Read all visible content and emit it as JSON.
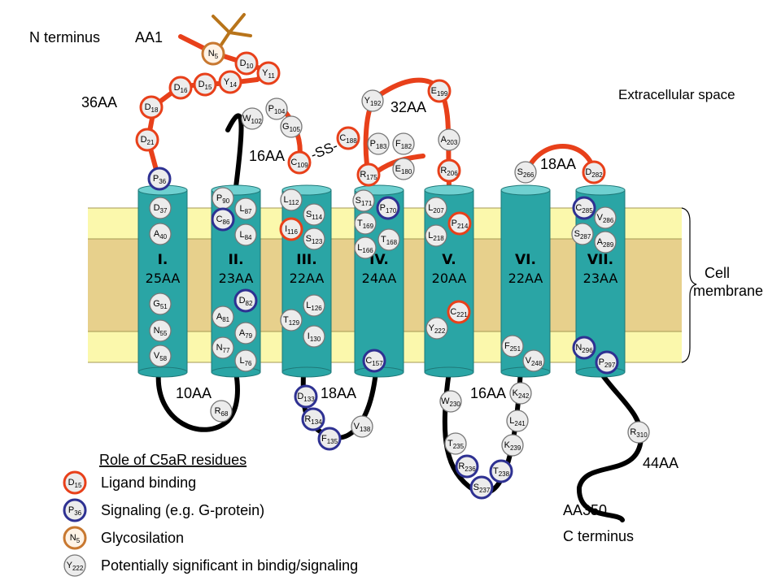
{
  "labels": {
    "n_terminus": "N terminus",
    "aa1": "AA1",
    "extracellular": "Extracellular space",
    "cell": "Cell",
    "membrane": "membrane",
    "aa350": "AA350",
    "c_terminus": "C terminus",
    "loop_36": "36AA",
    "loop_32": "32AA",
    "loop_16a": "16AA",
    "loop_18a": "18AA",
    "loop_10": "10AA",
    "loop_18b": "18AA",
    "loop_16b": "16AA",
    "loop_44": "44AA",
    "ss": "-SS-"
  },
  "helices": [
    {
      "num": "I.",
      "aa": "25AA"
    },
    {
      "num": "II.",
      "aa": "23AA"
    },
    {
      "num": "III.",
      "aa": "22AA"
    },
    {
      "num": "IV.",
      "aa": "24AA"
    },
    {
      "num": "V.",
      "aa": "20AA"
    },
    {
      "num": "VI.",
      "aa": "22AA"
    },
    {
      "num": "VII.",
      "aa": "23AA"
    }
  ],
  "legend": {
    "title": "Role of C5aR residues",
    "items": [
      {
        "code": "D",
        "num": "15",
        "role": "ligand",
        "label": "Ligand binding"
      },
      {
        "code": "P",
        "num": "36",
        "role": "signal",
        "label": "Signaling (e.g. G-protein)"
      },
      {
        "code": "N",
        "num": "5",
        "role": "glyco",
        "label": "Glycosilation"
      },
      {
        "code": "Y",
        "num": "222",
        "role": "potential",
        "label": "Potentially significant in bindig/signaling"
      }
    ]
  },
  "colors": {
    "ligand": "#e8401a",
    "signal": "#2e3192",
    "glyco": "#c87830",
    "potential": "#777777",
    "helix_fill": "#2aa5a5",
    "helix_top": "#6fd0d0",
    "membrane_outer": "#fbf8ac",
    "membrane_inner": "#e7d08c",
    "extracellular_loop": "#e8401a",
    "intracellular_loop": "#000000",
    "glycan": "#b8741a"
  },
  "residues": [
    {
      "code": "N",
      "num": "5",
      "role": "glyco"
    },
    {
      "code": "D",
      "num": "10",
      "role": "ligand"
    },
    {
      "code": "Y",
      "num": "11",
      "role": "ligand"
    },
    {
      "code": "Y",
      "num": "14",
      "role": "ligand"
    },
    {
      "code": "D",
      "num": "15",
      "role": "ligand"
    },
    {
      "code": "D",
      "num": "16",
      "role": "ligand"
    },
    {
      "code": "D",
      "num": "18",
      "role": "ligand"
    },
    {
      "code": "D",
      "num": "21",
      "role": "ligand"
    },
    {
      "code": "P",
      "num": "36",
      "role": "signal"
    },
    {
      "code": "D",
      "num": "37",
      "role": "potential"
    },
    {
      "code": "A",
      "num": "40",
      "role": "potential"
    },
    {
      "code": "G",
      "num": "51",
      "role": "potential"
    },
    {
      "code": "N",
      "num": "55",
      "role": "potential"
    },
    {
      "code": "V",
      "num": "58",
      "role": "potential"
    },
    {
      "code": "R",
      "num": "68",
      "role": "potential"
    },
    {
      "code": "P",
      "num": "90",
      "role": "potential"
    },
    {
      "code": "L",
      "num": "87",
      "role": "potential"
    },
    {
      "code": "C",
      "num": "86",
      "role": "signal"
    },
    {
      "code": "L",
      "num": "84",
      "role": "potential"
    },
    {
      "code": "D",
      "num": "82",
      "role": "signal"
    },
    {
      "code": "A",
      "num": "81",
      "role": "potential"
    },
    {
      "code": "A",
      "num": "79",
      "role": "potential"
    },
    {
      "code": "N",
      "num": "77",
      "role": "potential"
    },
    {
      "code": "L",
      "num": "76",
      "role": "potential"
    },
    {
      "code": "W",
      "num": "102",
      "role": "potential"
    },
    {
      "code": "P",
      "num": "104",
      "role": "potential"
    },
    {
      "code": "G",
      "num": "105",
      "role": "potential"
    },
    {
      "code": "C",
      "num": "109",
      "role": "ligand"
    },
    {
      "code": "L",
      "num": "112",
      "role": "potential"
    },
    {
      "code": "S",
      "num": "114",
      "role": "potential"
    },
    {
      "code": "I",
      "num": "116",
      "role": "ligand"
    },
    {
      "code": "S",
      "num": "123",
      "role": "potential"
    },
    {
      "code": "L",
      "num": "126",
      "role": "potential"
    },
    {
      "code": "T",
      "num": "129",
      "role": "potential"
    },
    {
      "code": "I",
      "num": "130",
      "role": "potential"
    },
    {
      "code": "D",
      "num": "133",
      "role": "signal"
    },
    {
      "code": "R",
      "num": "134",
      "role": "signal"
    },
    {
      "code": "F",
      "num": "135",
      "role": "signal"
    },
    {
      "code": "V",
      "num": "138",
      "role": "potential"
    },
    {
      "code": "Y",
      "num": "192",
      "role": "potential"
    },
    {
      "code": "C",
      "num": "188",
      "role": "ligand"
    },
    {
      "code": "P",
      "num": "183",
      "role": "potential"
    },
    {
      "code": "F",
      "num": "182",
      "role": "potential"
    },
    {
      "code": "E",
      "num": "180",
      "role": "potential"
    },
    {
      "code": "R",
      "num": "175",
      "role": "ligand"
    },
    {
      "code": "S",
      "num": "171",
      "role": "potential"
    },
    {
      "code": "P",
      "num": "170",
      "role": "signal"
    },
    {
      "code": "T",
      "num": "169",
      "role": "potential"
    },
    {
      "code": "T",
      "num": "168",
      "role": "potential"
    },
    {
      "code": "L",
      "num": "166",
      "role": "potential"
    },
    {
      "code": "C",
      "num": "157",
      "role": "signal"
    },
    {
      "code": "E",
      "num": "199",
      "role": "ligand"
    },
    {
      "code": "A",
      "num": "203",
      "role": "potential"
    },
    {
      "code": "R",
      "num": "206",
      "role": "ligand"
    },
    {
      "code": "L",
      "num": "207",
      "role": "potential"
    },
    {
      "code": "P",
      "num": "214",
      "role": "ligand"
    },
    {
      "code": "L",
      "num": "218",
      "role": "potential"
    },
    {
      "code": "C",
      "num": "221",
      "role": "ligand"
    },
    {
      "code": "Y",
      "num": "222",
      "role": "potential"
    },
    {
      "code": "W",
      "num": "230",
      "role": "potential"
    },
    {
      "code": "T",
      "num": "235",
      "role": "potential"
    },
    {
      "code": "R",
      "num": "236",
      "role": "signal"
    },
    {
      "code": "S",
      "num": "237",
      "role": "signal"
    },
    {
      "code": "T",
      "num": "238",
      "role": "signal"
    },
    {
      "code": "K",
      "num": "239",
      "role": "potential"
    },
    {
      "code": "L",
      "num": "241",
      "role": "potential"
    },
    {
      "code": "K",
      "num": "242",
      "role": "potential"
    },
    {
      "code": "S",
      "num": "266",
      "role": "potential"
    },
    {
      "code": "D",
      "num": "282",
      "role": "ligand"
    },
    {
      "code": "F",
      "num": "251",
      "role": "potential"
    },
    {
      "code": "V",
      "num": "248",
      "role": "potential"
    },
    {
      "code": "C",
      "num": "285",
      "role": "signal"
    },
    {
      "code": "V",
      "num": "286",
      "role": "potential"
    },
    {
      "code": "S",
      "num": "287",
      "role": "potential"
    },
    {
      "code": "A",
      "num": "289",
      "role": "potential"
    },
    {
      "code": "N",
      "num": "296",
      "role": "signal"
    },
    {
      "code": "P",
      "num": "297",
      "role": "signal"
    },
    {
      "code": "R",
      "num": "310",
      "role": "potential"
    }
  ]
}
